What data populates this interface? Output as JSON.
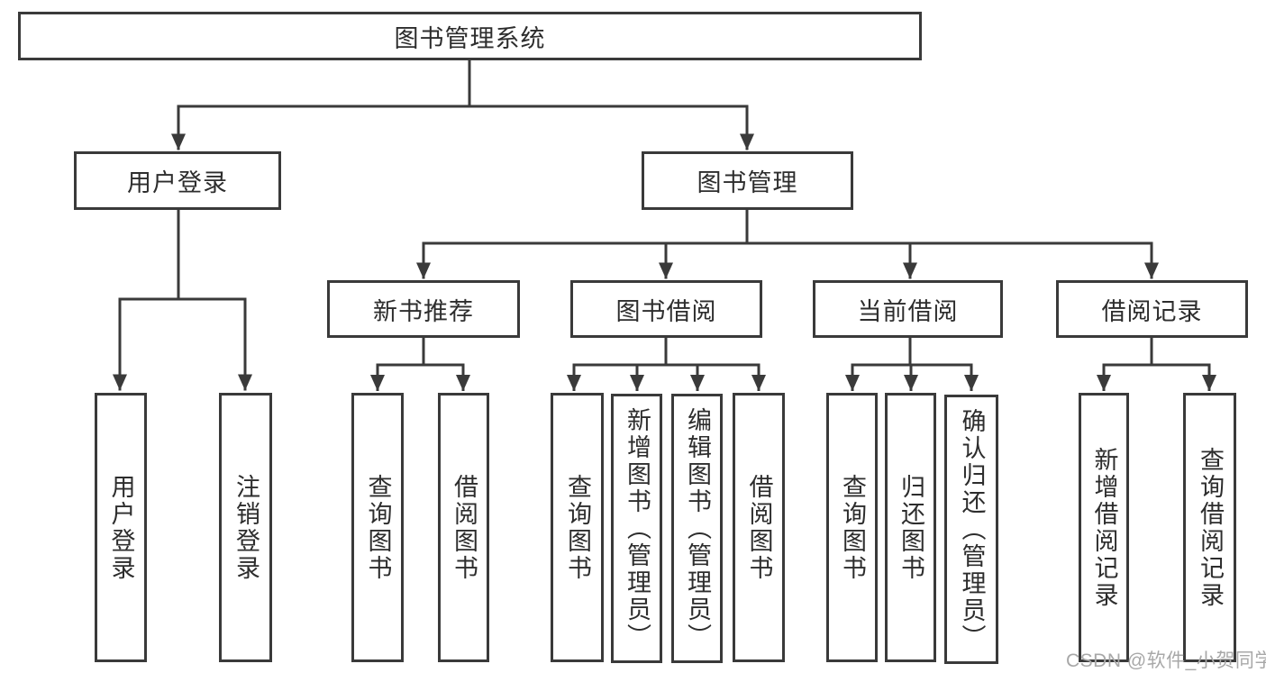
{
  "diagram": {
    "root": {
      "label": "图书管理系统",
      "children": [
        {
          "label": "用户登录",
          "children": [
            {
              "label": "用户登录"
            },
            {
              "label": "注销登录"
            }
          ]
        },
        {
          "label": "图书管理",
          "children": [
            {
              "label": "新书推荐",
              "children": [
                {
                  "label": "查询图书"
                },
                {
                  "label": "借阅图书"
                }
              ]
            },
            {
              "label": "图书借阅",
              "children": [
                {
                  "label": "查询图书"
                },
                {
                  "label": "新增图书（管理员）"
                },
                {
                  "label": "编辑图书（管理员）"
                },
                {
                  "label": "借阅图书"
                }
              ]
            },
            {
              "label": "当前借阅",
              "children": [
                {
                  "label": "查询图书"
                },
                {
                  "label": "归还图书"
                },
                {
                  "label": "确认归还（管理员）"
                }
              ]
            },
            {
              "label": "借阅记录",
              "children": [
                {
                  "label": "新增借阅记录"
                },
                {
                  "label": "查询借阅记录"
                }
              ]
            }
          ]
        }
      ]
    }
  },
  "watermark": "CSDN @软件_小贺同学",
  "colors": {
    "line": "#3a3a3a",
    "text": "#2d2d2d",
    "watermark": "#a8a8a8",
    "background": "#ffffff"
  }
}
